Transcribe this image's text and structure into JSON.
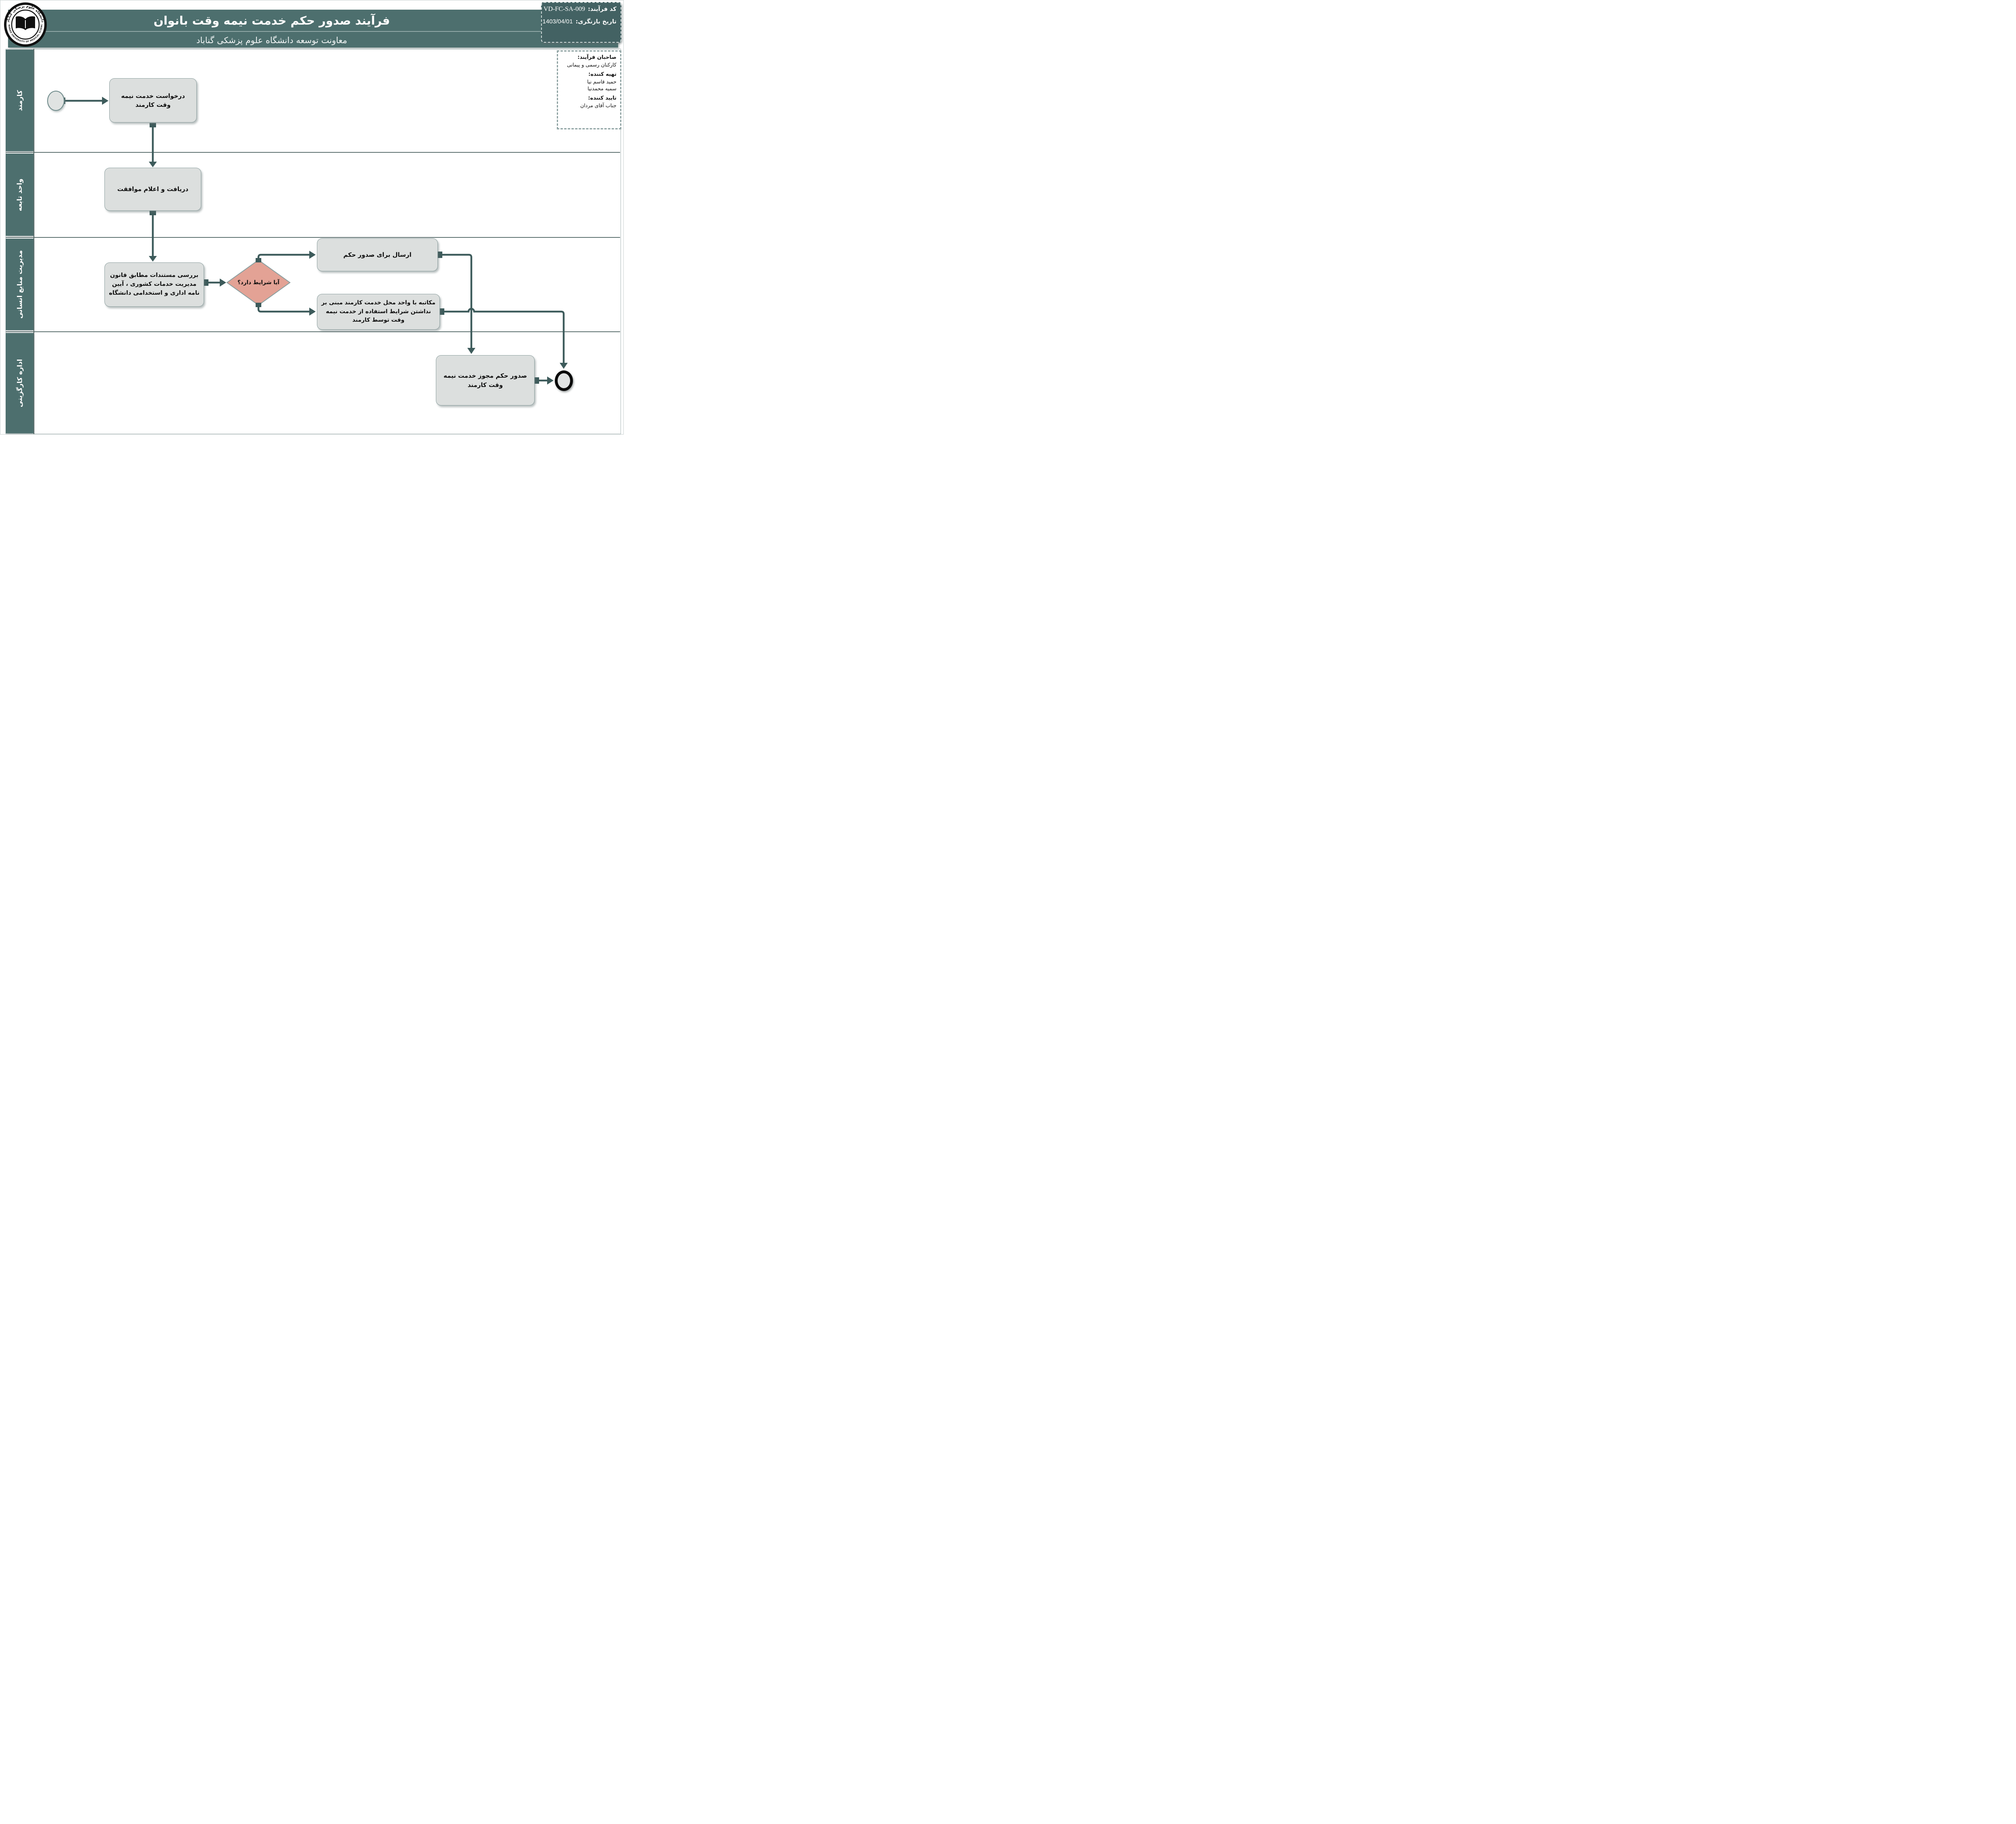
{
  "header": {
    "title": "فرآیند صدور حکم خدمت نیمه وقت بانوان",
    "subtitle": "معاونت توسعه دانشگاه علوم پزشکی گناباد"
  },
  "code_box": {
    "code_label": "کد فرآیند:",
    "code_value": "VD-FC-SA-009",
    "date_label": "تاریخ بازنگری:",
    "date_value": "1403/04/01"
  },
  "logo": {
    "top_text": "دانشگاه علوم پزشکی گناباد",
    "bottom_text": "GONABAD UNIVERSITY OF MEDICAL SCIENCES"
  },
  "info_box": {
    "owners_label": "صاحبان فرآیند:",
    "owners": "کارکنان رسمی و پیمانی",
    "preparer_label": "تهیه کننده:",
    "preparer_1": "حمید قاسم نیا",
    "preparer_2": "سمیه محمدنیا",
    "approver_label": "تایید کننده:",
    "approver": "جناب آقای مردان"
  },
  "lanes": [
    {
      "label": "کارمند"
    },
    {
      "label": "واحد تابعه"
    },
    {
      "label": "مدیریت منابع انسانی"
    },
    {
      "label": "اداره کارگزینی"
    }
  ],
  "nodes": {
    "request": "درخواست خدمت نیمه وقت کارمند",
    "receive": "دریافت و اعلام موافقت",
    "review": "بررسی مستندات مطابق قانون مدیریت خدمات کشوری ، آیین نامه اداری و استخدامی دانشگاه",
    "decision": "آیا شرایط دارد؟",
    "send": "ارسال برای صدور حکم",
    "letter": "مکاتبه با واحد محل خدمت کارمند مبنی بر نداشتن شرایط استفاده از خدمت نیمه وقت توسط کارمند",
    "issue": "صدور حکم مجوز خدمت نیمه وقت کارمند"
  },
  "colors": {
    "band_teal": "#4d6f6e",
    "code_box_teal": "#436263",
    "connector_teal": "#3d5b5b",
    "node_fill": "#dcdfde",
    "node_border": "#8fa1a1",
    "decision_fill": "#e3a295",
    "end_ring": "#0b0b0b"
  }
}
